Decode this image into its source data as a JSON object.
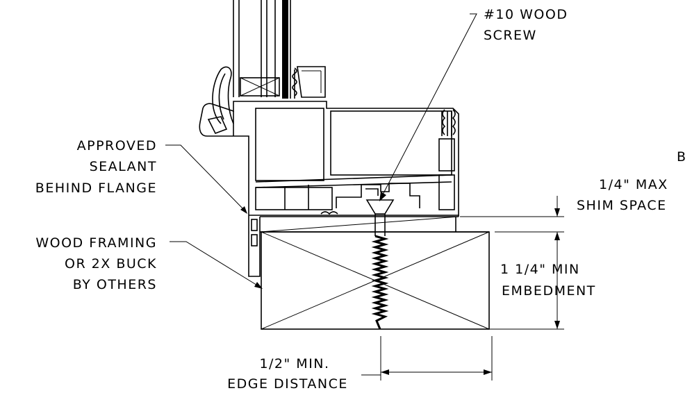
{
  "labels": {
    "screw_line1": "#10 WOOD",
    "screw_line2": "SCREW",
    "sealant_line1": "APPROVED",
    "sealant_line2": "SEALANT",
    "sealant_line3": "BEHIND FLANGE",
    "framing_line1": "WOOD FRAMING",
    "framing_line2": "OR 2X BUCK",
    "framing_line3": "BY OTHERS",
    "section_letter": "B",
    "shim_line1": "1/4\" MAX",
    "shim_line2": "SHIM SPACE",
    "embed_line1": "1 1/4\" MIN",
    "embed_line2": "EMBEDMENT",
    "edge_line1": "1/2\" MIN.",
    "edge_line2": "EDGE DISTANCE"
  },
  "dimensions": {
    "shim_space_max_in": 0.25,
    "embedment_min_in": 1.25,
    "edge_distance_min_in": 0.5
  }
}
